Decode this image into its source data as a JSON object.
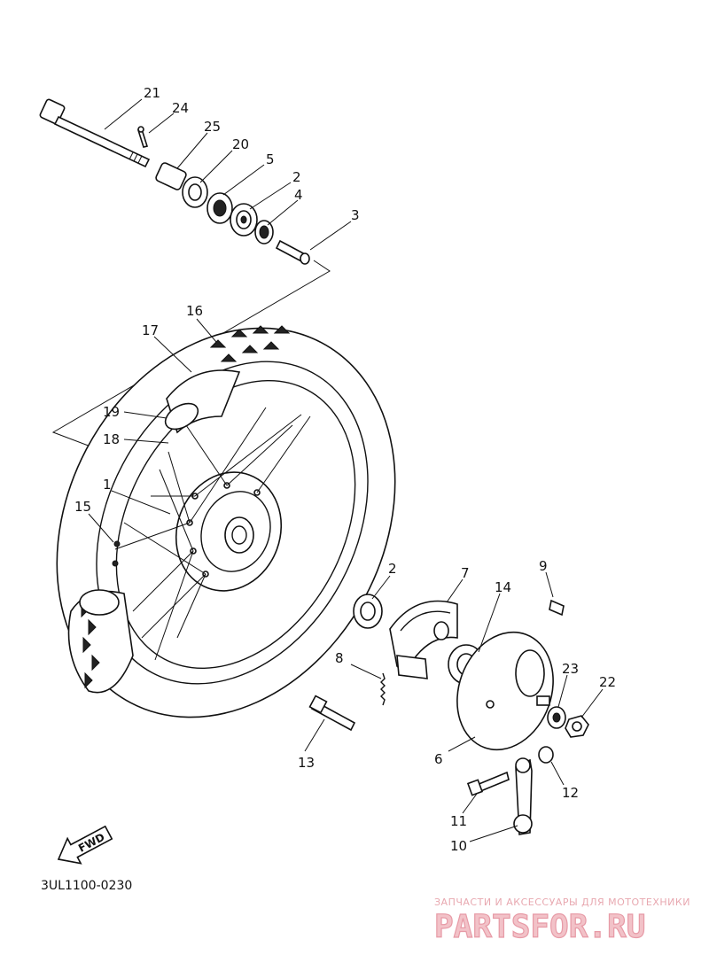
{
  "diagram": {
    "code": "3UL1100-0230",
    "fwd_label": "FWD",
    "callouts": [
      "21",
      "24",
      "25",
      "20",
      "5",
      "2",
      "4",
      "3",
      "16",
      "17",
      "19",
      "18",
      "1",
      "15",
      "2",
      "7",
      "14",
      "9",
      "8",
      "23",
      "22",
      "13",
      "6",
      "12",
      "11",
      "10"
    ]
  },
  "watermark": {
    "tagline": "ЗАПЧАСТИ И АКСЕССУАРЫ ДЛЯ МОТОТЕХНИКИ",
    "brand": "PARTSFOR.RU"
  }
}
